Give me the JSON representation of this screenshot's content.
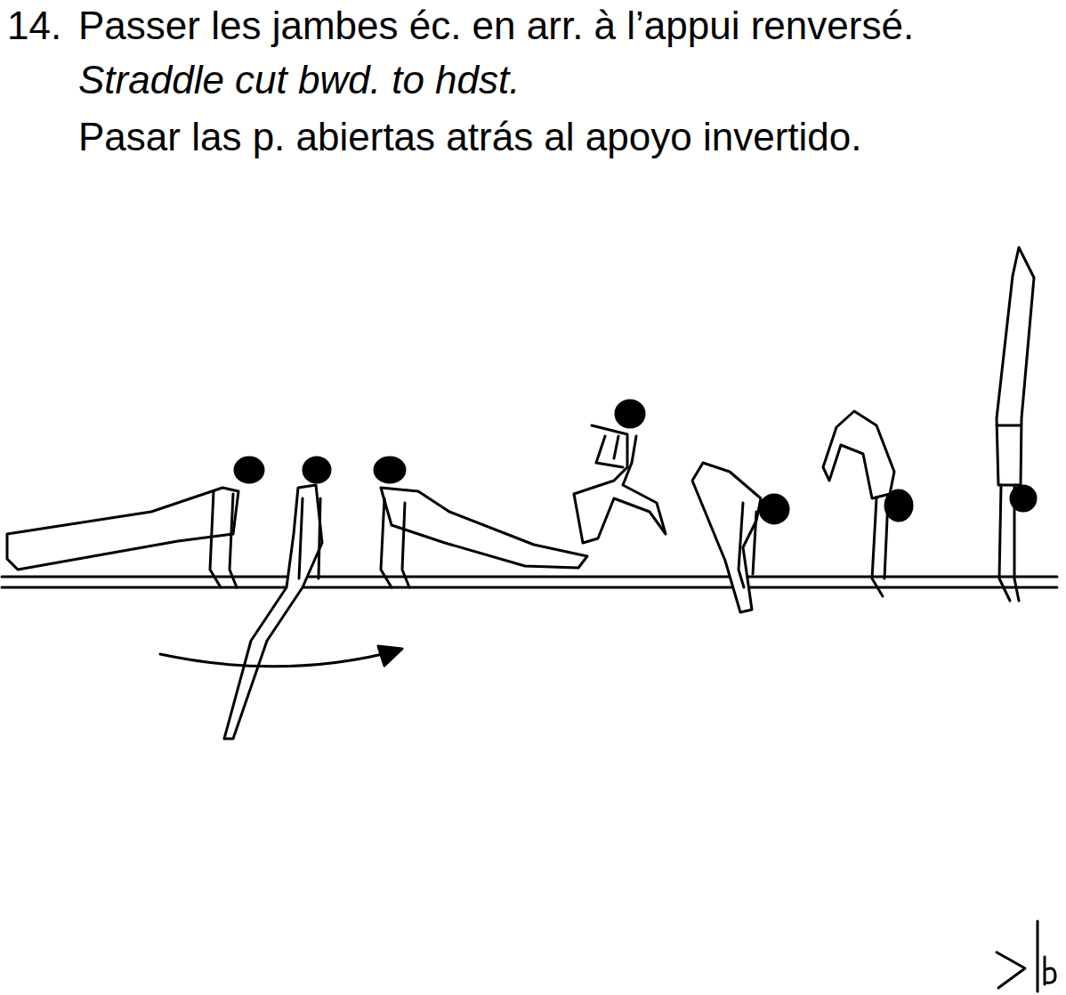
{
  "diagram": {
    "labels": [
      "14.",
      "Passer les jambes éc. en arr. à l’appui renversé.",
      "Straddle cut bwd. to hdst.",
      "Pasar las p. abiertas atrás al apoyo invertido."
    ]
  }
}
